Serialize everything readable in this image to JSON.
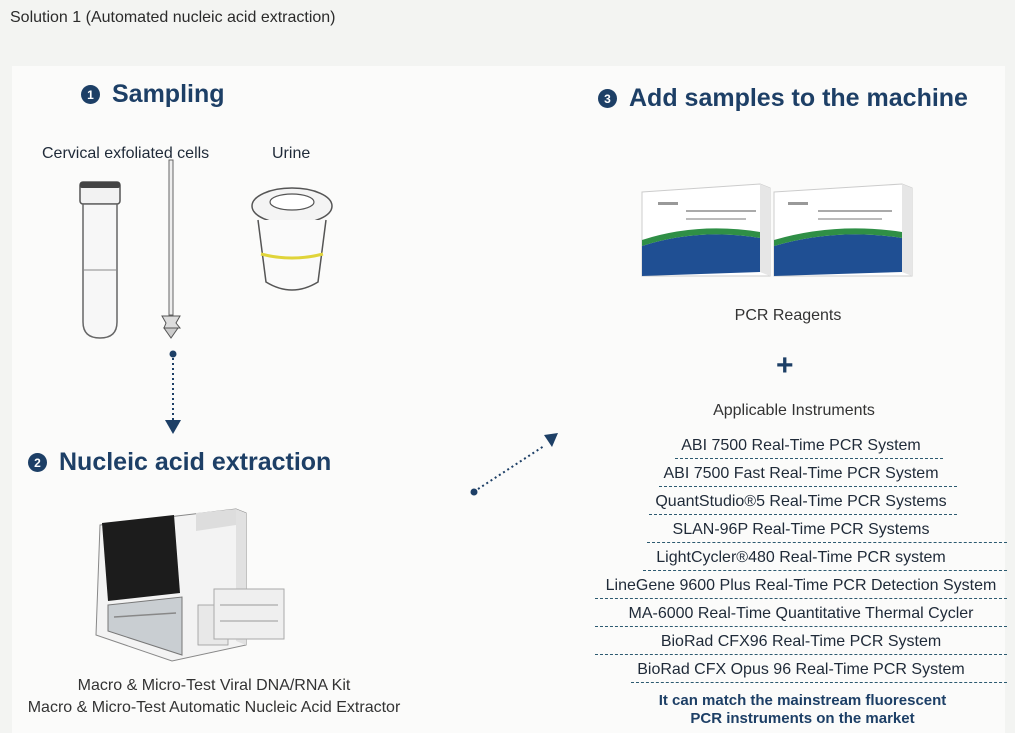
{
  "page_title": "Solution 1 (Automated nucleic acid extraction)",
  "steps": [
    {
      "num": "1",
      "title": "Sampling"
    },
    {
      "num": "2",
      "title": "Nucleic acid extraction"
    },
    {
      "num": "3",
      "title": "Add samples to the machine"
    }
  ],
  "sampling": {
    "cells_label": "Cervical exfoliated cells",
    "urine_label": "Urine"
  },
  "extraction": {
    "kit_label": "Macro & Micro-Test Viral DNA/RNA Kit",
    "extractor_label": "Macro & Micro-Test Automatic Nucleic Acid Extractor"
  },
  "machine": {
    "reagents_label": "PCR Reagents",
    "plus": "+",
    "instruments_heading": "Applicable Instruments",
    "instruments": [
      "ABI 7500 Real-Time PCR System",
      "ABI 7500 Fast Real-Time PCR System",
      "QuantStudio®5 Real-Time PCR Systems",
      "SLAN-96P Real-Time PCR Systems",
      "LightCycler®480 Real-Time PCR system",
      "LineGene 9600 Plus Real-Time PCR Detection System",
      "MA-6000 Real-Time Quantitative Thermal Cycler",
      "BioRad CFX96 Real-Time PCR System",
      "BioRad CFX Opus 96 Real-Time PCR System"
    ],
    "footnote_line1": "It can match the mainstream fluorescent",
    "footnote_line2": "PCR instruments on the market"
  },
  "colors": {
    "heading": "#1d3f66",
    "box_green": "#2f8f46",
    "box_blue": "#1f4f93"
  }
}
